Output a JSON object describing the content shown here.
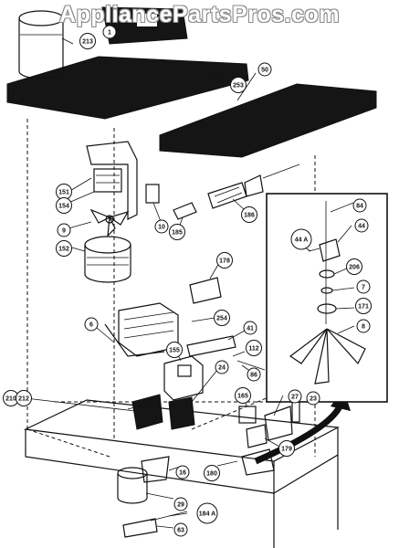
{
  "watermark": "AppliancePartsPros.com",
  "callouts": [
    {
      "id": "c-1",
      "label": "1"
    },
    {
      "id": "c-213",
      "label": "213"
    },
    {
      "id": "c-253",
      "label": "253"
    },
    {
      "id": "c-50",
      "label": "50"
    },
    {
      "id": "c-151",
      "label": "151"
    },
    {
      "id": "c-154",
      "label": "154"
    },
    {
      "id": "c-9",
      "label": "9"
    },
    {
      "id": "c-152",
      "label": "152"
    },
    {
      "id": "c-10",
      "label": "10"
    },
    {
      "id": "c-185",
      "label": "185"
    },
    {
      "id": "c-186",
      "label": "186"
    },
    {
      "id": "c-178",
      "label": "178"
    },
    {
      "id": "c-6",
      "label": "6"
    },
    {
      "id": "c-254",
      "label": "254"
    },
    {
      "id": "c-41",
      "label": "41"
    },
    {
      "id": "c-112",
      "label": "112"
    },
    {
      "id": "c-86",
      "label": "86"
    },
    {
      "id": "c-155",
      "label": "155"
    },
    {
      "id": "c-24",
      "label": "24"
    },
    {
      "id": "c-210",
      "label": "210"
    },
    {
      "id": "c-212",
      "label": "212"
    },
    {
      "id": "c-165",
      "label": "165"
    },
    {
      "id": "c-27",
      "label": "27"
    },
    {
      "id": "c-23",
      "label": "23"
    },
    {
      "id": "c-179",
      "label": "179"
    },
    {
      "id": "c-180",
      "label": "180"
    },
    {
      "id": "c-16",
      "label": "16"
    },
    {
      "id": "c-29",
      "label": "29"
    },
    {
      "id": "c-184a",
      "label": "184 A"
    },
    {
      "id": "c-63",
      "label": "63"
    },
    {
      "id": "c-84",
      "label": "84"
    },
    {
      "id": "c-44",
      "label": "44"
    },
    {
      "id": "c-44a",
      "label": "44 A"
    },
    {
      "id": "c-206",
      "label": "206"
    },
    {
      "id": "c-7",
      "label": "7"
    },
    {
      "id": "c-171",
      "label": "171"
    },
    {
      "id": "c-8",
      "label": "8"
    }
  ]
}
